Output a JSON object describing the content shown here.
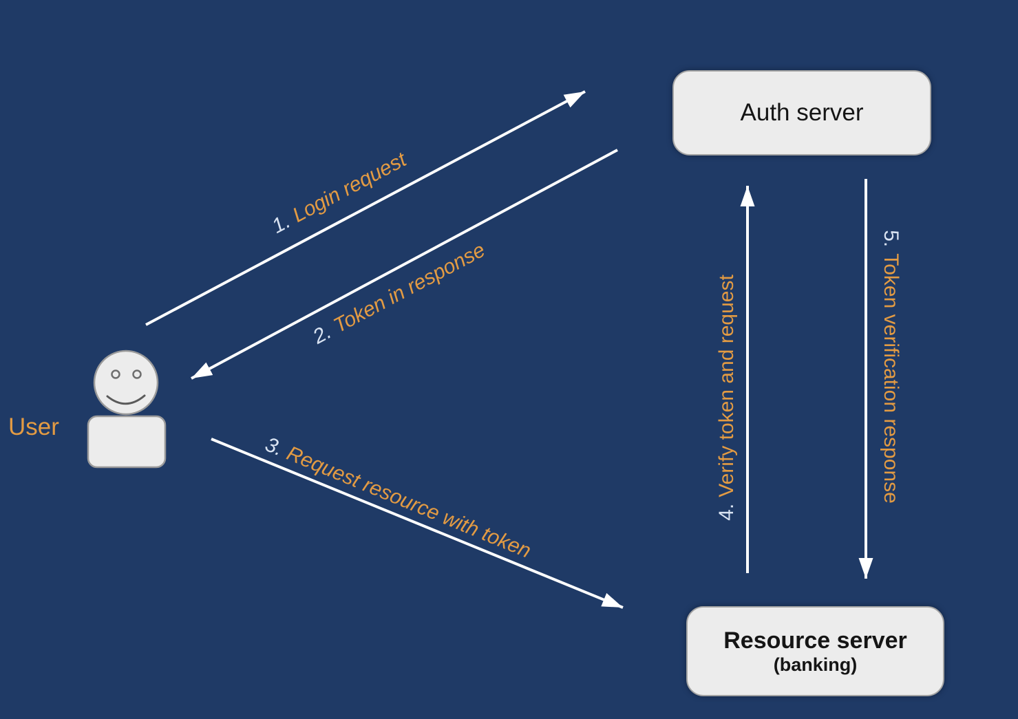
{
  "title": "Token authentication flow diagram",
  "colors": {
    "background": "#1f3a66",
    "label_orange": "#e39b43",
    "step_number_white": "#d9e3f2",
    "arrow_white": "#ffffff",
    "node_fill": "#ececec",
    "node_text": "#151515"
  },
  "nodes": {
    "user": {
      "label": "User"
    },
    "auth_server": {
      "label": "Auth server"
    },
    "resource_server": {
      "label": "Resource server",
      "sublabel": "(banking)"
    }
  },
  "arrows": [
    {
      "number": "1.",
      "label": "Login request",
      "from": "user",
      "to": "auth_server",
      "direction": "up-right"
    },
    {
      "number": "2.",
      "label": "Token in response",
      "from": "auth_server",
      "to": "user",
      "direction": "down-left"
    },
    {
      "number": "3.",
      "label": "Request resource with token",
      "from": "user",
      "to": "resource_server",
      "direction": "down-right"
    },
    {
      "number": "4.",
      "label": "Verify token and request",
      "from": "resource_server",
      "to": "auth_server",
      "direction": "up"
    },
    {
      "number": "5.",
      "label": "Token verification response",
      "from": "auth_server",
      "to": "resource_server",
      "direction": "down"
    }
  ]
}
